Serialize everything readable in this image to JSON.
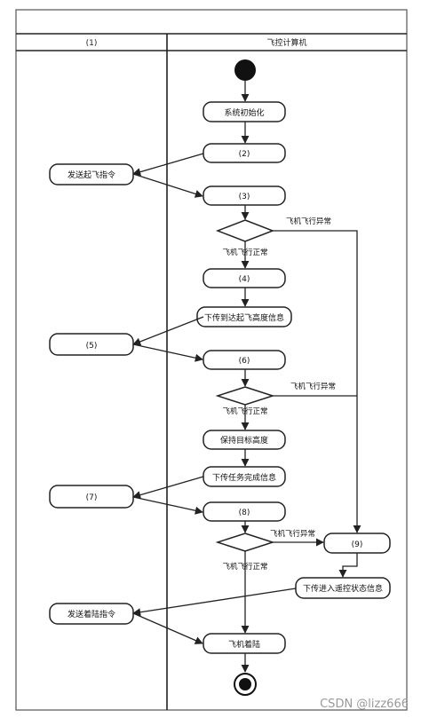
{
  "lanes": {
    "left_title": "(1)",
    "right_title": "飞控计算机"
  },
  "nodes": {
    "init": "系统初始化",
    "s2": "(2)",
    "send_takeoff": "发送起飞指令",
    "s3": "(3)",
    "s4": "(4)",
    "report_alt": "下传到达起飞高度信息",
    "s5": "(5)",
    "s6": "(6)",
    "hold_alt": "保持目标高度",
    "report_done": "下传任务完成信息",
    "s7": "(7)",
    "s8": "(8)",
    "s9": "(9)",
    "report_remote": "下传进入遥控状态信息",
    "send_land": "发送着陆指令",
    "landing": "飞机着陆"
  },
  "edge_labels": {
    "abnormal_1": "飞机飞行异常",
    "normal_1": "飞机飞行正常",
    "abnormal_2": "飞机飞行异常",
    "normal_2": "飞机飞行正常",
    "abnormal_3": "飞机飞行异常",
    "normal_3": "飞机飞行正常"
  },
  "watermark": "CSDN @lizz666"
}
